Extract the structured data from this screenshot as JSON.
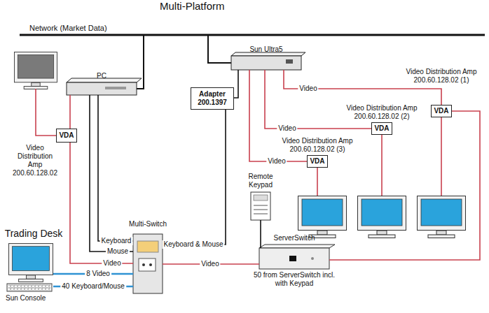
{
  "diagram": {
    "title": "Multi-Platform",
    "nodes": [
      {
        "text": [
          "PC"
        ]
      },
      {
        "text": [
          "Sun Ultra5"
        ]
      },
      {
        "text": [
          "Adapter 200.1397"
        ]
      },
      {
        "text": [
          "VDA",
          "Video Distribution Amp 200.60.128.02 (1)"
        ]
      },
      {
        "text": [
          "VDA",
          "Video Distribution Amp 200.60.128.02 (2)"
        ]
      },
      {
        "text": [
          "VDA",
          "Video Distribution Amp 200.60.128.02 (3)"
        ]
      },
      {
        "text": [
          "VDA",
          "Video Distribution Amp 200.60.128.02"
        ]
      },
      {
        "text": [
          "Remote Keypad"
        ]
      },
      {
        "text": [
          "Multi-Switch"
        ]
      },
      {
        "text": [
          "ServerSwitch",
          "50 from ServerSwitch incl. with Keypad"
        ]
      },
      {
        "text": [
          "Trading Desk"
        ]
      }
    ],
    "edges": [
      {
        "from": 0,
        "to": 6,
        "arrow": "none"
      },
      {
        "from": 0,
        "to": 8,
        "label": "Keyboard",
        "arrow": "none"
      },
      {
        "from": 0,
        "to": 8,
        "label": "Mouse",
        "arrow": "none"
      },
      {
        "from": 6,
        "to": 8,
        "label": "Video",
        "arrow": "none"
      },
      {
        "from": 1,
        "to": 2,
        "arrow": "none"
      },
      {
        "from": 2,
        "to": 8,
        "label": "Keyboard & Mouse",
        "arrow": "none"
      },
      {
        "from": 1,
        "to": 3,
        "label": "Video",
        "arrow": "none"
      },
      {
        "from": 1,
        "to": 4,
        "label": "Video",
        "arrow": "none"
      },
      {
        "from": 1,
        "to": 5,
        "label": "Video",
        "arrow": "none"
      },
      {
        "from": 3,
        "to": 9,
        "arrow": "none"
      },
      {
        "from": 9,
        "to": 8,
        "label": "Video",
        "arrow": "none"
      },
      {
        "from": 7,
        "to": 9,
        "arrow": "none"
      },
      {
        "from": 10,
        "to": 8,
        "label": "8 Video",
        "arrow": "none"
      },
      {
        "from": 10,
        "to": 8,
        "label": "40 Keyboard/Mouse",
        "arrow": "none"
      }
    ],
    "labels": [
      "Network (Market Data)",
      "Sun Console"
    ]
  }
}
